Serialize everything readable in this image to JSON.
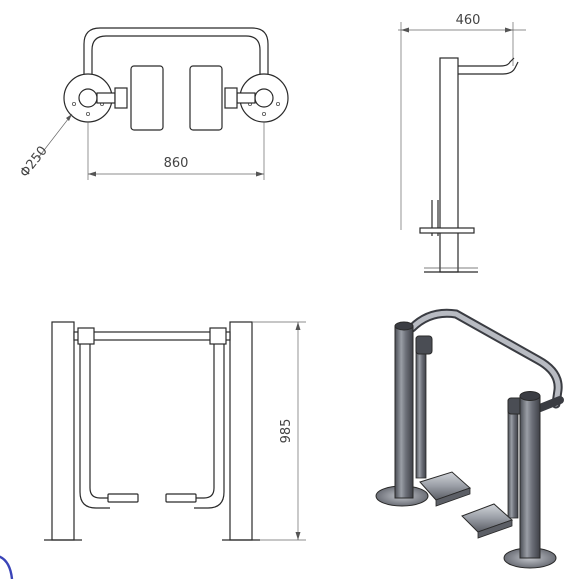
{
  "dimensions": {
    "diameter": "Φ250",
    "width_top": "860",
    "depth_side": "460",
    "height_front": "985"
  },
  "colors": {
    "line": "#2a2a2a",
    "steel_dark": "#5c5f66",
    "steel_mid": "#8b8f97",
    "steel_light": "#c9ccd2",
    "stamp": "#3a44b8"
  }
}
